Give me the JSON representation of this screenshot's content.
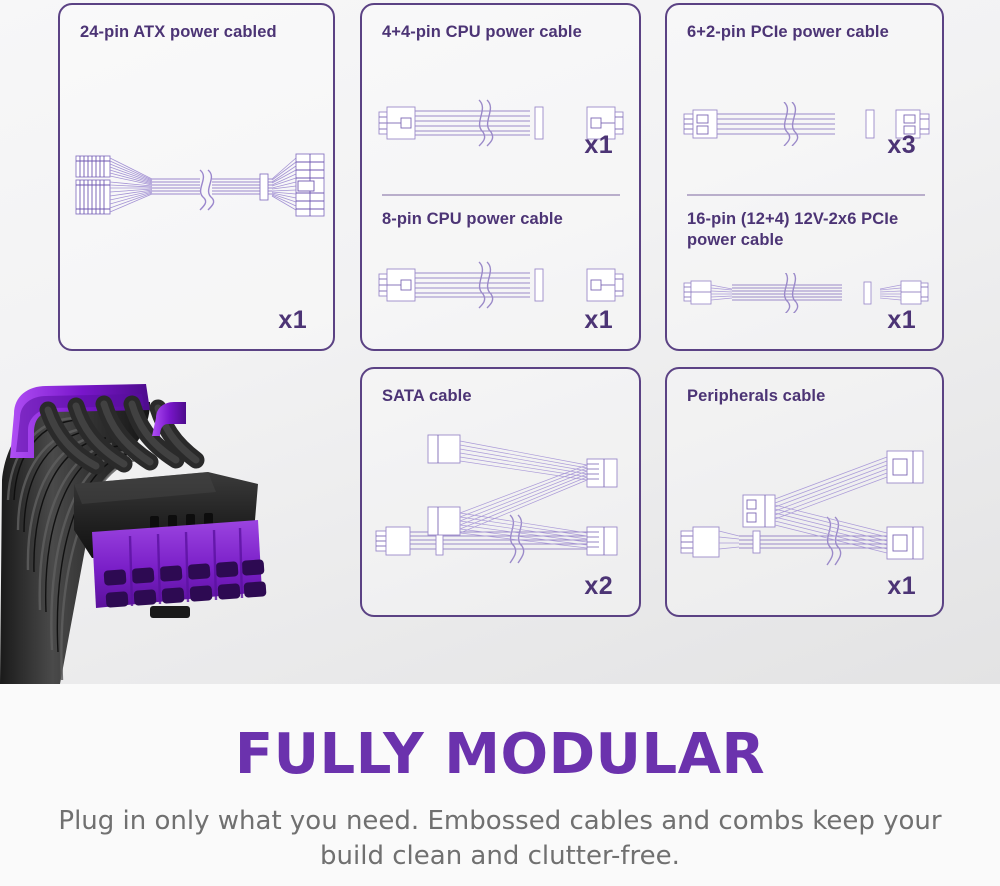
{
  "panel": {
    "background_top": "#f2f2f3",
    "background_bottom": "#fafafa",
    "accent_purple": "#6b32ad",
    "card_border": "#5b4284",
    "title_color": "#4c3475",
    "body_color": "#707070"
  },
  "cards": [
    {
      "id": "atx",
      "sections": [
        {
          "title": "24-pin ATX power cabled",
          "qty": "x1",
          "cable_type": "atx-24pin-cable"
        }
      ]
    },
    {
      "id": "cpu",
      "sections": [
        {
          "title": "4+4-pin CPU power cable",
          "qty": "x1",
          "cable_type": "cpu-44pin-cable"
        },
        {
          "title": "8-pin CPU power cable",
          "qty": "x1",
          "cable_type": "cpu-8pin-cable"
        }
      ]
    },
    {
      "id": "pcie",
      "sections": [
        {
          "title": "6+2-pin PCIe power cable",
          "qty": "x3",
          "cable_type": "pcie-62pin-cable"
        },
        {
          "title": "16-pin (12+4) 12V-2x6 PCIe power cable",
          "qty": "x1",
          "cable_type": "pcie-16pin-cable"
        }
      ]
    },
    {
      "id": "sata",
      "sections": [
        {
          "title": "SATA cable",
          "qty": "x2",
          "cable_type": "sata-cable"
        }
      ]
    },
    {
      "id": "peripherals",
      "sections": [
        {
          "title": "Peripherals cable",
          "qty": "x1",
          "cable_type": "peripherals-cable"
        }
      ]
    }
  ],
  "photo": {
    "name": "sleeved-24pin-atx-connector-photo",
    "connector_color": "#7b23c9",
    "sleeve_color": "#2b2b2b"
  },
  "footer": {
    "headline": "FULLY MODULAR",
    "subline": "Plug in only what you need. Embossed cables and combs keep your build clean and clutter-free."
  }
}
